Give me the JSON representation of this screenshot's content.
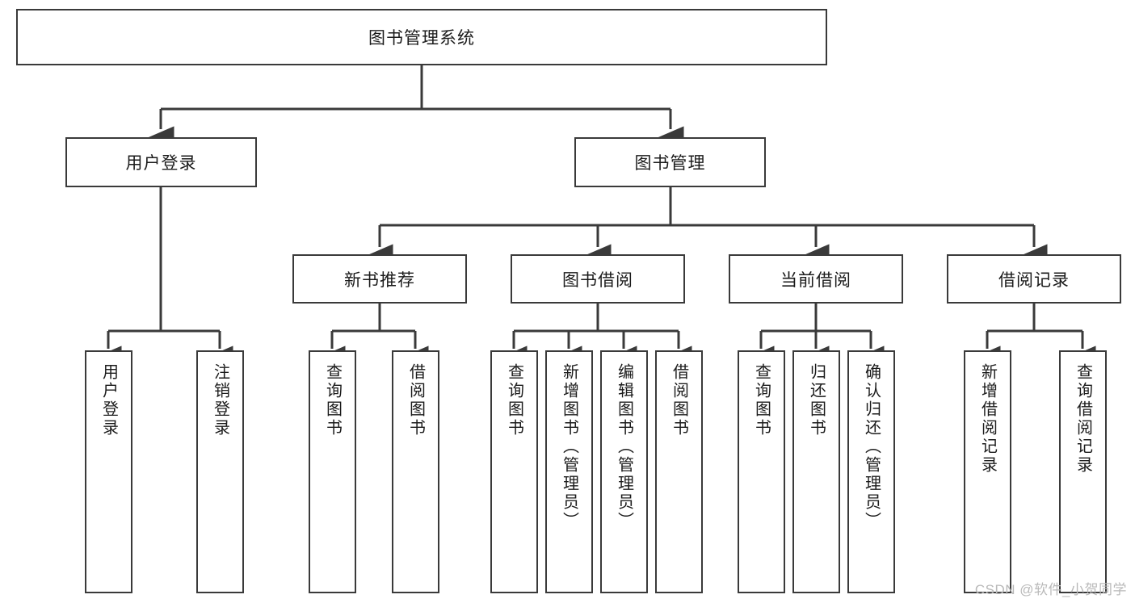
{
  "diagram": {
    "title": "图书管理系统",
    "type": "tree-hierarchy-chart",
    "orientation": "top-down",
    "colors": {
      "box_border": "#3a3a3a",
      "box_fill": "#ffffff",
      "connector": "#3a3a3a",
      "text": "#1b1b1b",
      "watermark": "#b9b9b9",
      "background": "#ffffff"
    }
  },
  "root": {
    "label": "图书管理系统"
  },
  "level2": [
    {
      "label": "用户登录"
    },
    {
      "label": "图书管理"
    }
  ],
  "level3": [
    {
      "label": "新书推荐"
    },
    {
      "label": "图书借阅"
    },
    {
      "label": "当前借阅"
    },
    {
      "label": "借阅记录"
    }
  ],
  "leaves": {
    "user_login": [
      {
        "label": "用户登录"
      },
      {
        "label": "注销登录"
      }
    ],
    "new_book_recommend": [
      {
        "label": "查询图书"
      },
      {
        "label": "借阅图书"
      }
    ],
    "book_borrow": [
      {
        "label": "查询图书"
      },
      {
        "label": "新增图书（管理员）"
      },
      {
        "label": "编辑图书（管理员）"
      },
      {
        "label": "借阅图书"
      }
    ],
    "current_borrow": [
      {
        "label": "查询图书"
      },
      {
        "label": "归还图书"
      },
      {
        "label": "确认归还（管理员）"
      }
    ],
    "borrow_record": [
      {
        "label": "新增借阅记录"
      },
      {
        "label": "查询借阅记录"
      }
    ]
  },
  "watermark": {
    "text": "CSDN @软件_小贺同学"
  }
}
